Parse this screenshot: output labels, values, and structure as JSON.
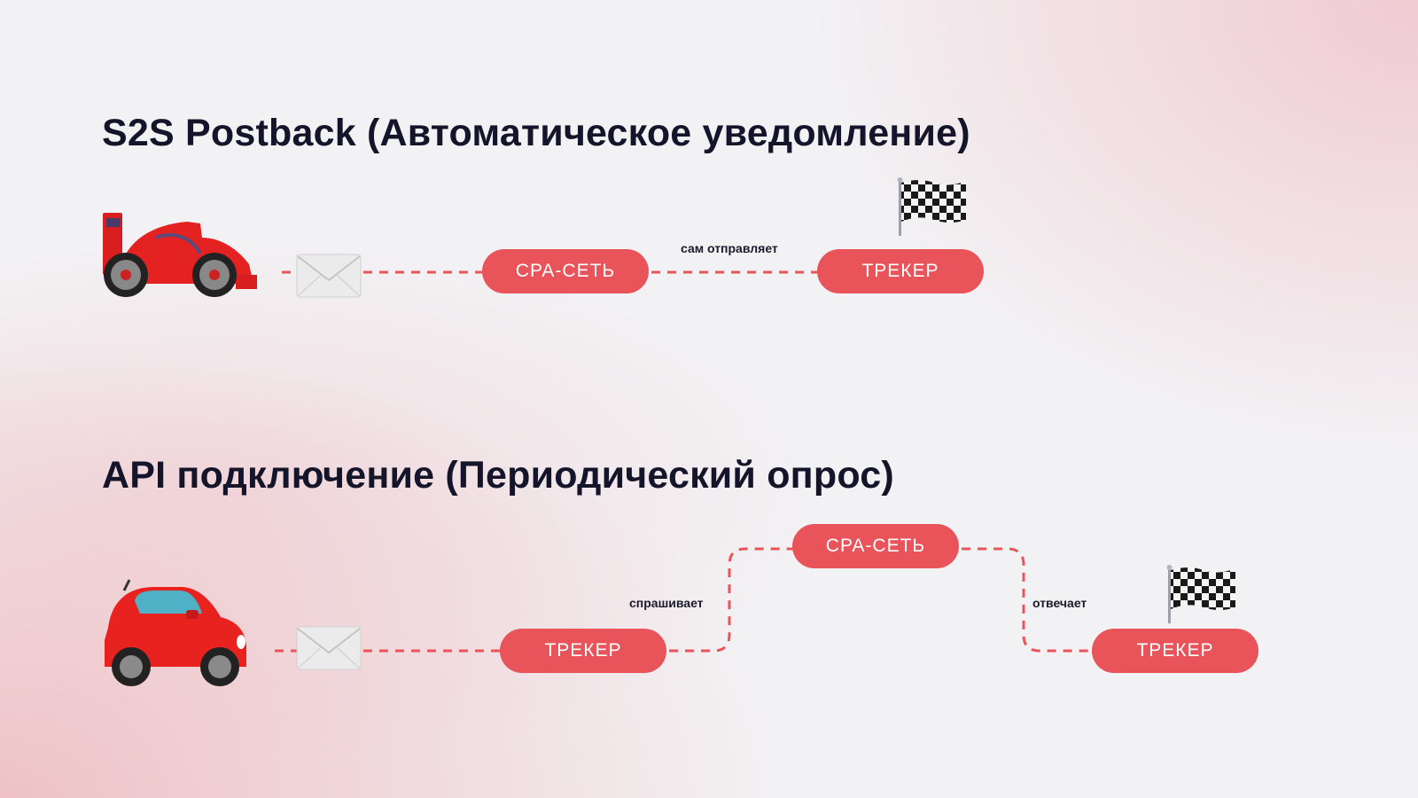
{
  "sections": [
    {
      "title": "S2S Postback (Автоматическое уведомление)",
      "vehicle_icon": "race-car-icon",
      "message_icon": "envelope-icon",
      "finish_icon": "chequered-flag-icon",
      "nodes": [
        "CPA-СЕТЬ",
        "ТРЕКЕР"
      ],
      "edge_labels": [
        "сам отправляет"
      ]
    },
    {
      "title": "API подключение (Периодический опрос)",
      "vehicle_icon": "automobile-icon",
      "message_icon": "envelope-icon",
      "finish_icon": "chequered-flag-icon",
      "nodes": [
        "ТРЕКЕР",
        "CPA-СЕТЬ",
        "ТРЕКЕР"
      ],
      "edge_labels": [
        "спрашивает",
        "отвечает"
      ]
    }
  ],
  "colors": {
    "accent": "#e8545a",
    "title_text": "#14152b",
    "pill_text": "#ffffff",
    "background": "#f2f2f4",
    "background_tint": "#f0c4cc"
  }
}
